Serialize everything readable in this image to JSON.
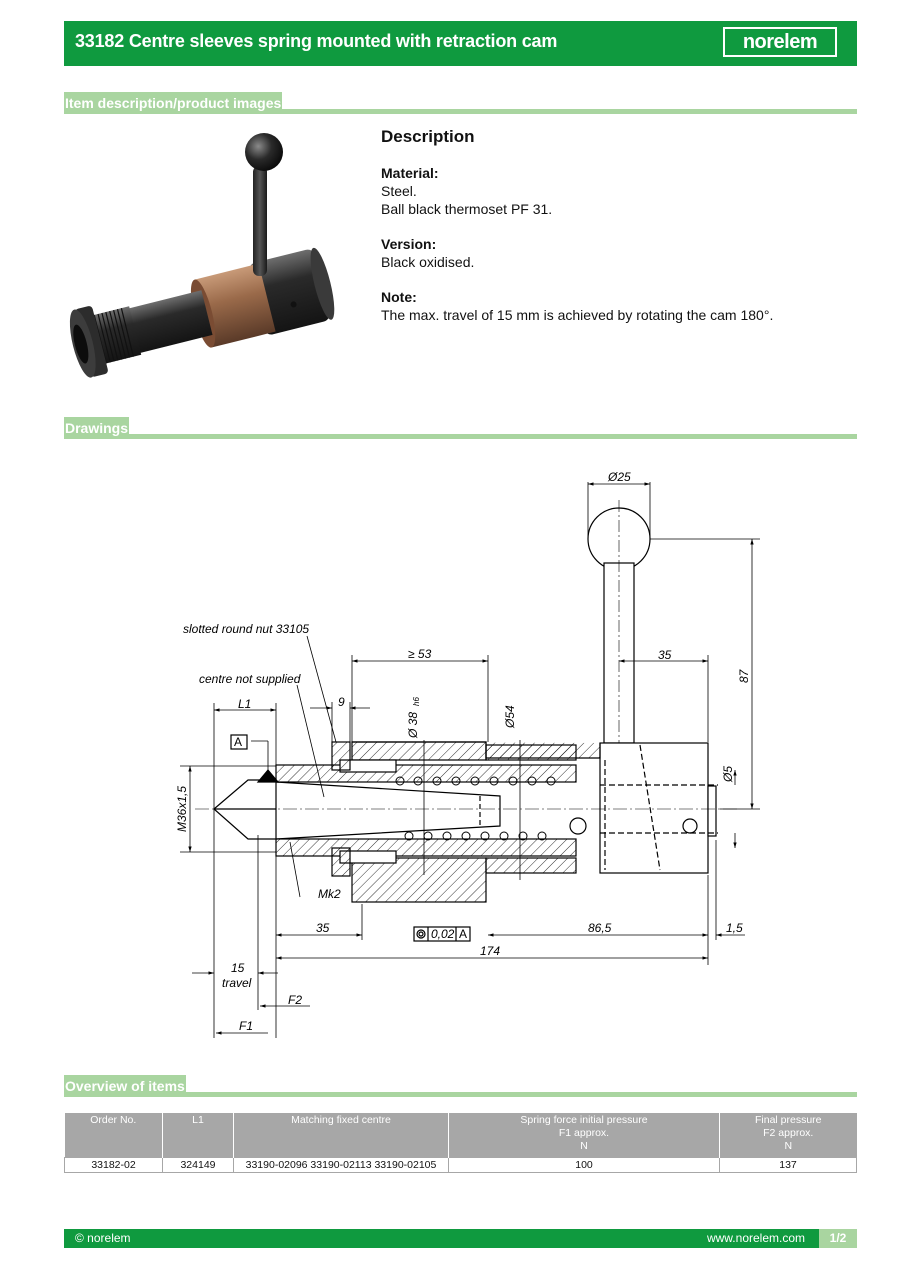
{
  "header": {
    "title": "33182 Centre sleeves spring mounted with retraction cam",
    "logo_text": "norelem",
    "color": "#0f9a3f"
  },
  "sections": {
    "images": "Item description/product images",
    "drawings": "Drawings",
    "overview": "Overview of items"
  },
  "description": {
    "title": "Description",
    "material_label": "Material:",
    "material_lines": [
      "Steel.",
      "Ball black thermoset PF 31."
    ],
    "version_label": "Version:",
    "version_text": "Black oxidised.",
    "note_label": "Note:",
    "note_text": "The max. travel of 15 mm is achieved by rotating the cam 180°."
  },
  "drawing": {
    "labels": {
      "slotted_nut": "slotted round nut 33105",
      "centre_not_supplied": "centre not supplied",
      "l1": "L1",
      "nine": "9",
      "ge53": "≥ 53",
      "d38": "Ø 38",
      "h6": "h6",
      "d54": "Ø54",
      "d25": "Ø25",
      "thirtyfive_top": "35",
      "eightyseven": "87",
      "d5": "Ø5",
      "datum_a": "A",
      "m36": "M36x1,5",
      "mk2": "Mk2",
      "thirtyfive_bottom": "35",
      "tolerance_value": "0,02",
      "tolerance_ref": "A",
      "eightysix": "86,5",
      "onefive": "1,5",
      "total": "174",
      "fifteen": "15",
      "travel": "travel",
      "f2": "F2",
      "f1": "F1"
    }
  },
  "table": {
    "headers": [
      [
        "Order No."
      ],
      [
        "L1"
      ],
      [
        "Matching fixed centre"
      ],
      [
        "Spring force initial pressure",
        "F1 approx.",
        "N"
      ],
      [
        "Final pressure",
        "F2 approx.",
        "N"
      ]
    ],
    "rows": [
      [
        "33182-02",
        "324149",
        "33190-02096 33190-02113 33190-02105",
        "100",
        "137"
      ]
    ]
  },
  "footer": {
    "copyright": "© norelem",
    "website": "www.norelem.com",
    "page": "1/2"
  }
}
